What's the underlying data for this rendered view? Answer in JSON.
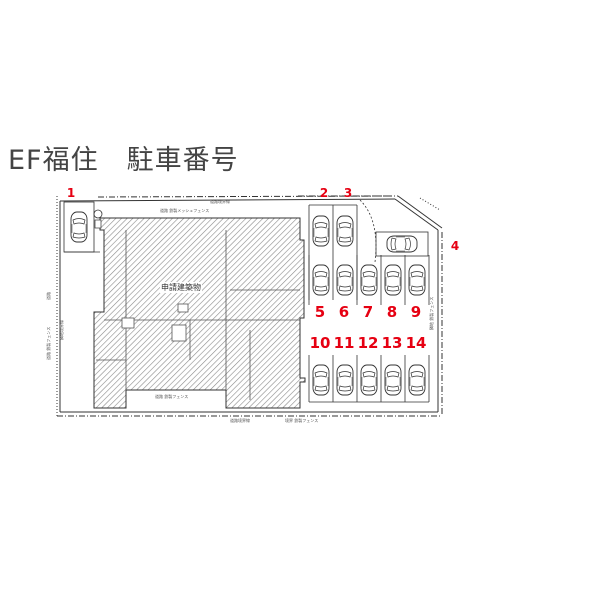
{
  "title": "EF福住　駐車番号",
  "building_label": "申請建築物",
  "colors": {
    "label": "#e60012",
    "line": "#333333",
    "hatch": "#888888"
  },
  "parking": [
    {
      "number": "1"
    },
    {
      "number": "2"
    },
    {
      "number": "3"
    },
    {
      "number": "4"
    },
    {
      "number": "5"
    },
    {
      "number": "6"
    },
    {
      "number": "7"
    },
    {
      "number": "8"
    },
    {
      "number": "9"
    },
    {
      "number": "10"
    },
    {
      "number": "11"
    },
    {
      "number": "12"
    },
    {
      "number": "13"
    },
    {
      "number": "14"
    }
  ]
}
